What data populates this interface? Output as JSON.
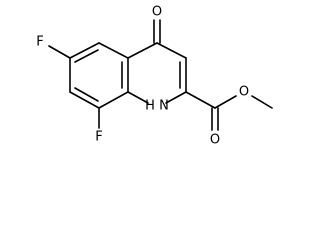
{
  "molecule": {
    "atoms": {
      "oxo": "O",
      "fluoro_6": "F",
      "fluoro_8": "F",
      "amine": "H N",
      "ester_carbonyl_o": "O",
      "ester_o": "O"
    }
  }
}
